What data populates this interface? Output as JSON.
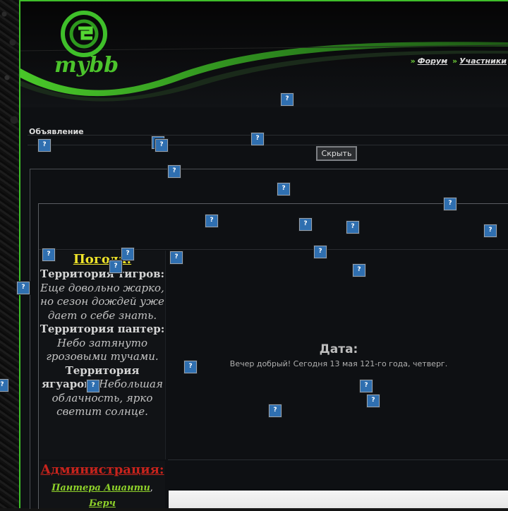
{
  "header": {
    "logo_text": "mybb",
    "nav": [
      {
        "label": "Форум"
      },
      {
        "label": "Участники"
      }
    ],
    "nav_separator": "»"
  },
  "announcement": {
    "title": "Объявление",
    "hide_label": "Скрыть"
  },
  "weather": {
    "title": "Погода:",
    "regions": [
      {
        "name": "Территория тигров:",
        "text": "Еще довольно жарко, но сезон дождей уже дает о себе знать."
      },
      {
        "name": "Территория пантер:",
        "text": "Небо затянуто грозовыми тучами."
      },
      {
        "name": "Территория ягуаров:",
        "text": "Небольшая облачность, ярко светит солнце."
      }
    ]
  },
  "admin": {
    "title": "Администрация:",
    "members": [
      "Пантера Ашанти",
      "Берч"
    ],
    "separator": ","
  },
  "date": {
    "title": "Дата:",
    "text": "Вечер добрый! Сегодня 13 мая 121-го года, четверг."
  },
  "placeholder_glyph": "?",
  "colors": {
    "accent_green": "#3fbf2a",
    "weather_title": "#f0e52a",
    "admin_title": "#c7231c",
    "member_link": "#8fd22a"
  }
}
